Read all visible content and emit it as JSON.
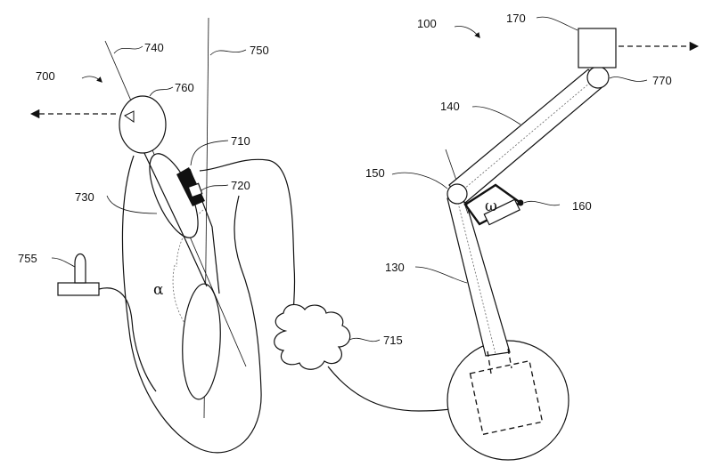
{
  "labels": {
    "ref_700": "700",
    "ref_740": "740",
    "ref_750": "750",
    "ref_760": "760",
    "ref_710": "710",
    "ref_720": "720",
    "ref_730": "730",
    "ref_755": "755",
    "ref_715": "715",
    "ref_100": "100",
    "ref_170": "170",
    "ref_770": "770",
    "ref_140": "140",
    "ref_150": "150",
    "ref_160": "160",
    "ref_130": "130",
    "alpha": "α",
    "omega": "ω"
  }
}
